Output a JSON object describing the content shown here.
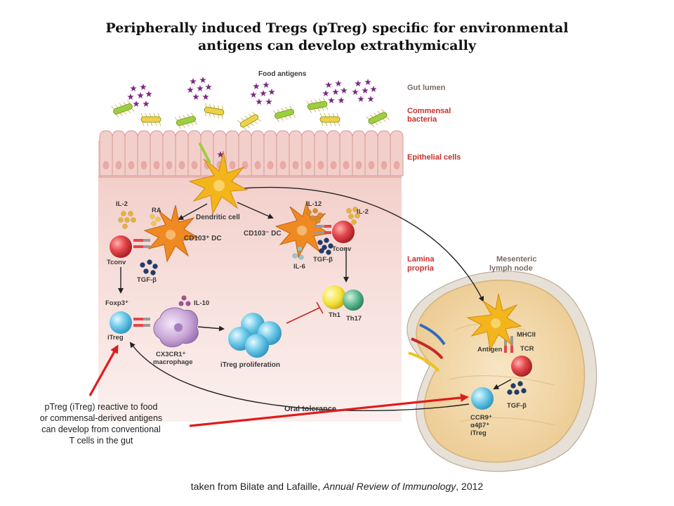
{
  "title": {
    "line1": "Peripherally induced Tregs (pTreg) specific for environmental",
    "line2": "antigens can develop extrathymically"
  },
  "zones": {
    "food_antigens": "Food antigens",
    "gut_lumen": "Gut lumen",
    "commensal_1": "Commensal",
    "commensal_2": "bacteria",
    "epithelial": "Epithelial cells",
    "lamina_1": "Lamina",
    "lamina_2": "propria",
    "mln_1": "Mesenteric",
    "mln_2": "lymph node"
  },
  "cells": {
    "dendritic": "Dendritic cell",
    "cd103p": "CD103⁺ DC",
    "cd103m": "CD103⁻ DC",
    "tconv_left": "Tconv",
    "tconv_right": "Tconv",
    "foxp3": "Foxp3⁺",
    "itreg": "iTreg",
    "macrophage_1": "CX3CR1⁺",
    "macrophage_2": "macrophage",
    "itreg_prolif": "iTreg proliferation",
    "th1": "Th1",
    "th17": "Th17",
    "mhcii": "MHCII",
    "antigen": "Antigen",
    "tcr": "TCR",
    "ccr9_1": "CCR9⁺",
    "ccr9_2": "α4β7⁺",
    "ccr9_3": "iTreg",
    "oral_tolerance": "Oral tolerance"
  },
  "cytokines": {
    "il2_left": "IL-2",
    "ra": "RA",
    "tgfb_left": "TGF-β",
    "il12": "IL-12",
    "il2_right": "IL-2",
    "il6": "IL-6",
    "tgfb_right": "TGF-β",
    "il10": "IL-10",
    "tgfb_node": "TGF-β"
  },
  "note": {
    "line1": "pTreg (iTreg) reactive to food",
    "line2": "or commensal-derived antigens",
    "line3": "can develop from conventional",
    "line4": "T cells in the gut"
  },
  "caption": {
    "before": "taken from Bilate and Lafaille, ",
    "journal": "Annual Review of Immunology",
    "after": ", 2012"
  },
  "colors": {
    "lamina": "#f6dcd8",
    "epithelium": "#f3cfcb",
    "lymph_node": "#f2dcb3",
    "dendritic": "#f3b51c",
    "dc_orange": "#ef8a23",
    "tconv": "#e3464b",
    "itreg": "#6ecbe9",
    "macrophage": "#c8a4d6",
    "th1": "#f5e33c",
    "th17": "#56b48a",
    "food_antigen": "#7b2a82",
    "annotation_arrow": "#e01b1b"
  }
}
